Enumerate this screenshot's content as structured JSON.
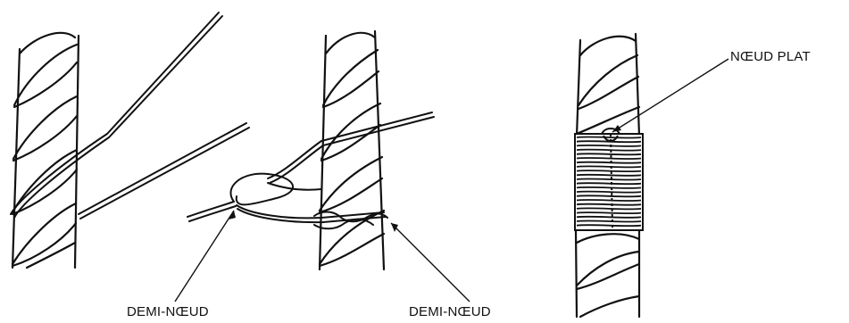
{
  "labels": {
    "half_knot_left": "DEMI-NŒUD",
    "half_knot_middle": "DEMI-NŒUD",
    "reef_knot": "NŒUD PLAT"
  },
  "colors": {
    "ink": "#111111",
    "background": "#ffffff"
  }
}
